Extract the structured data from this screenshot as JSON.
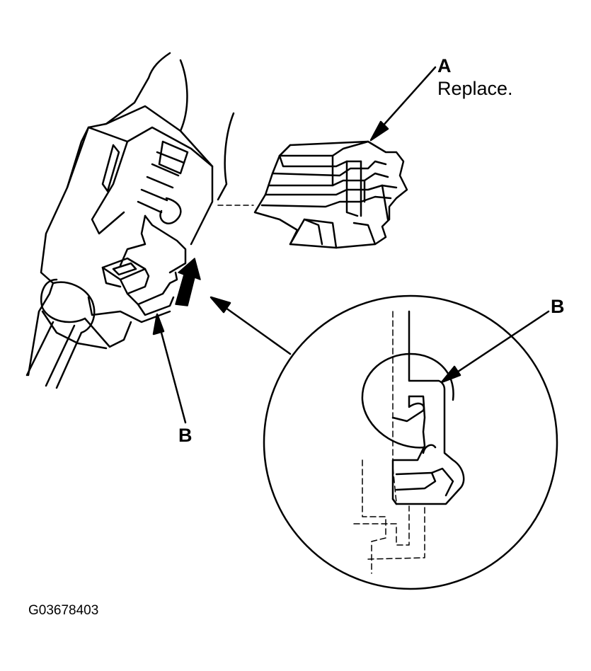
{
  "callouts": {
    "a_letter": "A",
    "a_text": "Replace.",
    "b_main": "B",
    "b_detail": "B"
  },
  "figure_id": "G03678403",
  "colors": {
    "line": "#000000",
    "background": "#ffffff"
  }
}
